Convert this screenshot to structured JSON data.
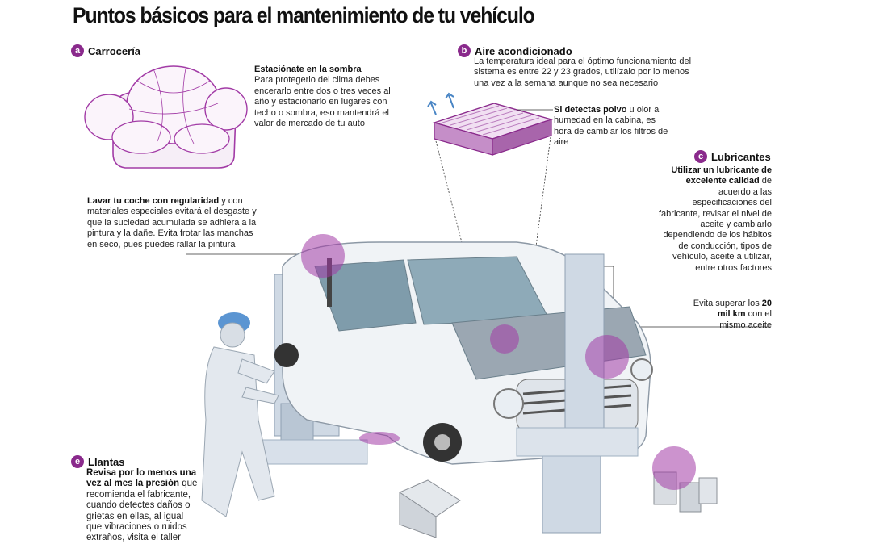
{
  "title": "Puntos básicos para el mantenimiento de tu vehículo",
  "accent_color": "#a23ba6",
  "sections": {
    "a": {
      "letter": "a",
      "heading": "Carrocería",
      "block1_bold": "Estaciónate en la sombra",
      "block1_text": "Para protegerlo del clima debes encerarlo entre dos o tres veces al año y estacionarlo en lugares con techo o sombra, eso mantendrá el valor de mercado de tu auto",
      "block2_bold": "Lavar tu coche con regularidad",
      "block2_text": " y con materiales especiales evitará el desgaste y que la suciedad acumulada se adhiera a la pintura y la dañe. Evita frotar las manchas en seco, pues puedes rallar la pintura"
    },
    "b": {
      "letter": "b",
      "heading": "Aire acondicionado",
      "text": "La temperatura ideal para el óptimo funcionamiento del sistema es entre 22 y 23 grados, utilízalo por lo menos una vez a la semana aunque no sea necesario",
      "filter_bold": "Si detectas polvo",
      "filter_text": " u olor a humedad en la cabina, es hora de cambiar los filtros de aire"
    },
    "c": {
      "letter": "c",
      "heading": "Lubricantes",
      "bold": "Utilizar un lubricante de excelente calidad",
      "text": " de acuerdo a las especificaciones del fabricante, revisar el nivel de aceite y cambiarlo dependiendo de los hábitos de conducción, tipos de vehículo, aceite a utilizar, entre otros factores",
      "note_pre": "Evita superar los ",
      "note_bold": "20 mil km",
      "note_post": " con el mismo aceite"
    },
    "e": {
      "letter": "e",
      "heading": "Llantas",
      "bold": "Revisa por lo menos una vez al mes la presión",
      "text": " que recomienda el fabricante, cuando detectes daños o grietas en ellas, al igual que vibraciones o ruidos extraños, visita el taller"
    }
  }
}
